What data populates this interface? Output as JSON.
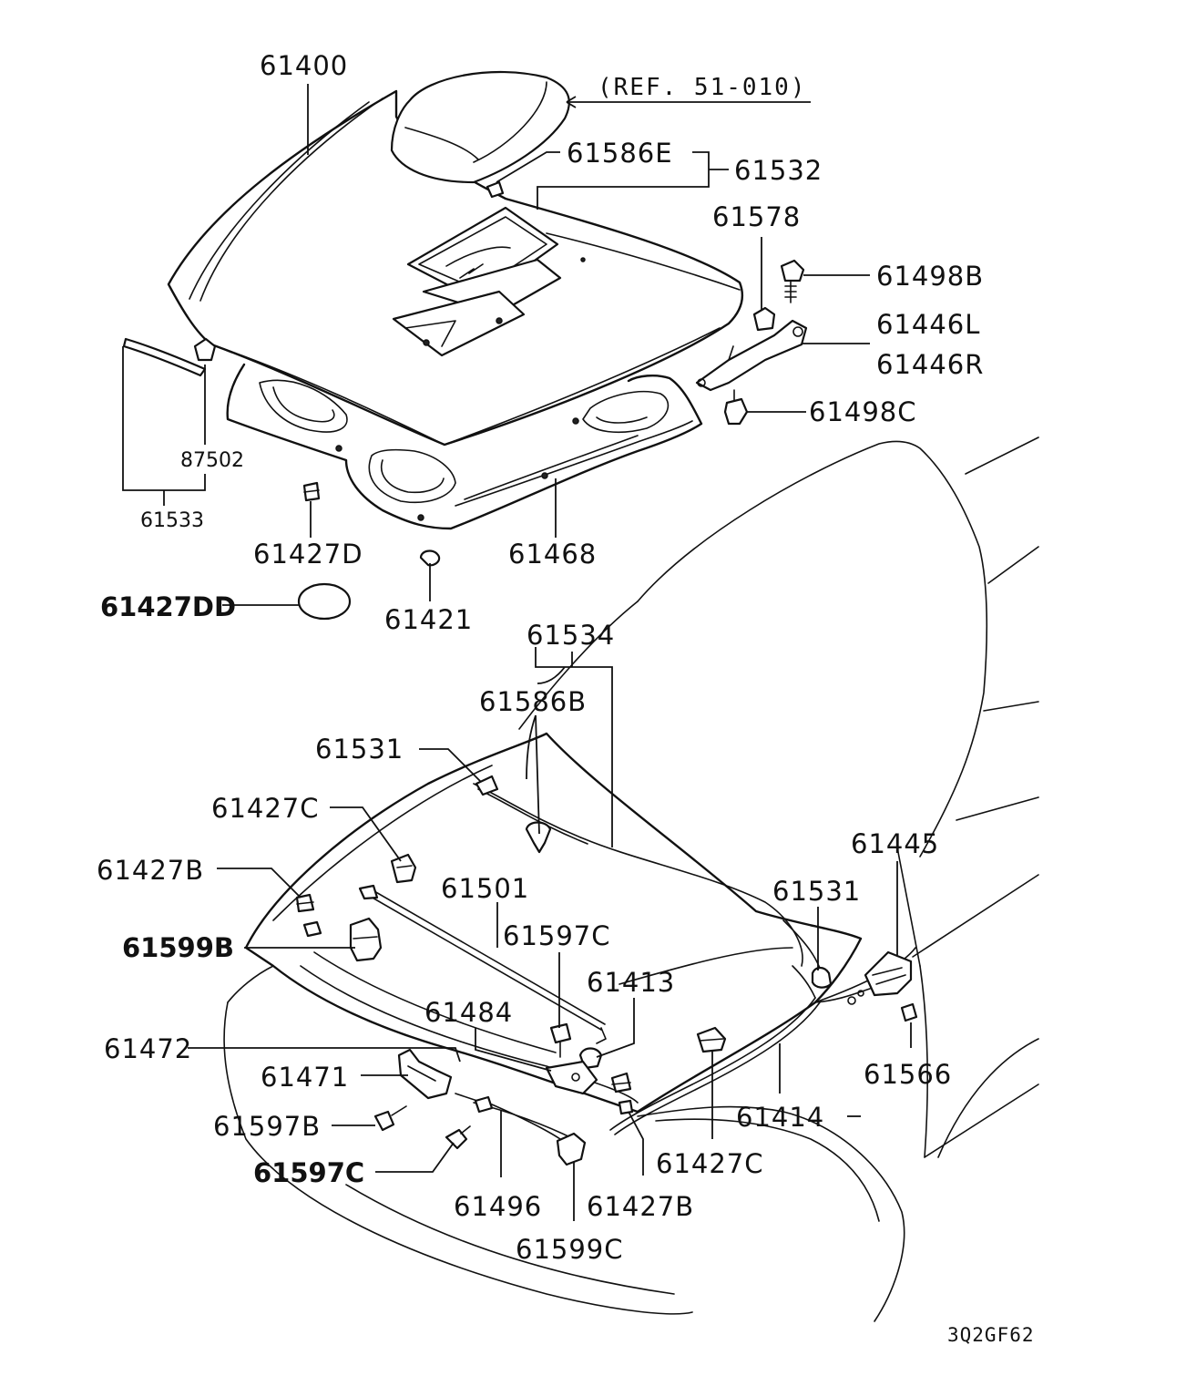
{
  "diagram": {
    "reference": "(REF. 51-010)",
    "drawing_code": "3Q2GF62",
    "labels": {
      "l61400": "61400",
      "l61586E": "61586E",
      "l61532": "61532",
      "l61578": "61578",
      "l61498B": "61498B",
      "l61446L": "61446L",
      "l61446R": "61446R",
      "l61498C": "61498C",
      "l87502": "87502",
      "l61533": "61533",
      "l61427D": "61427D",
      "l61468": "61468",
      "l61427DD": "61427DD",
      "l61421": "61421",
      "l61534": "61534",
      "l61586B": "61586B",
      "l61531a": "61531",
      "l61427Ca": "61427C",
      "l61427Ba": "61427B",
      "l61501": "61501",
      "l61599B": "61599B",
      "l61597Ca": "61597C",
      "l61413": "61413",
      "l61445": "61445",
      "l61531b": "61531",
      "l61484": "61484",
      "l61472": "61472",
      "l61471": "61471",
      "l61597B": "61597B",
      "l61597Cb": "61597C",
      "l61566": "61566",
      "l61414": "61414",
      "l61427Cb": "61427C",
      "l61496": "61496",
      "l61427Bb": "61427B",
      "l61599C": "61599C"
    }
  }
}
